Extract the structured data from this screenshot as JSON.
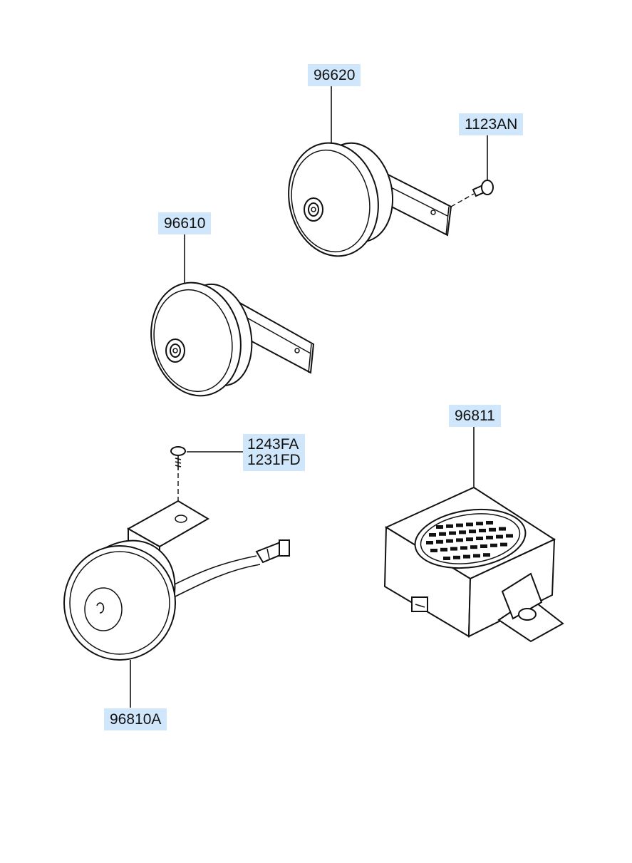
{
  "parts": {
    "horn_high": "96620",
    "bolt": "1123AN",
    "horn_low": "96610",
    "screw_1": "1243FA",
    "screw_2": "1231FD",
    "buzzer": "96811",
    "horn_module": "96810A"
  },
  "colors": {
    "label_background": "#cfe6fb",
    "line": "#111111"
  }
}
